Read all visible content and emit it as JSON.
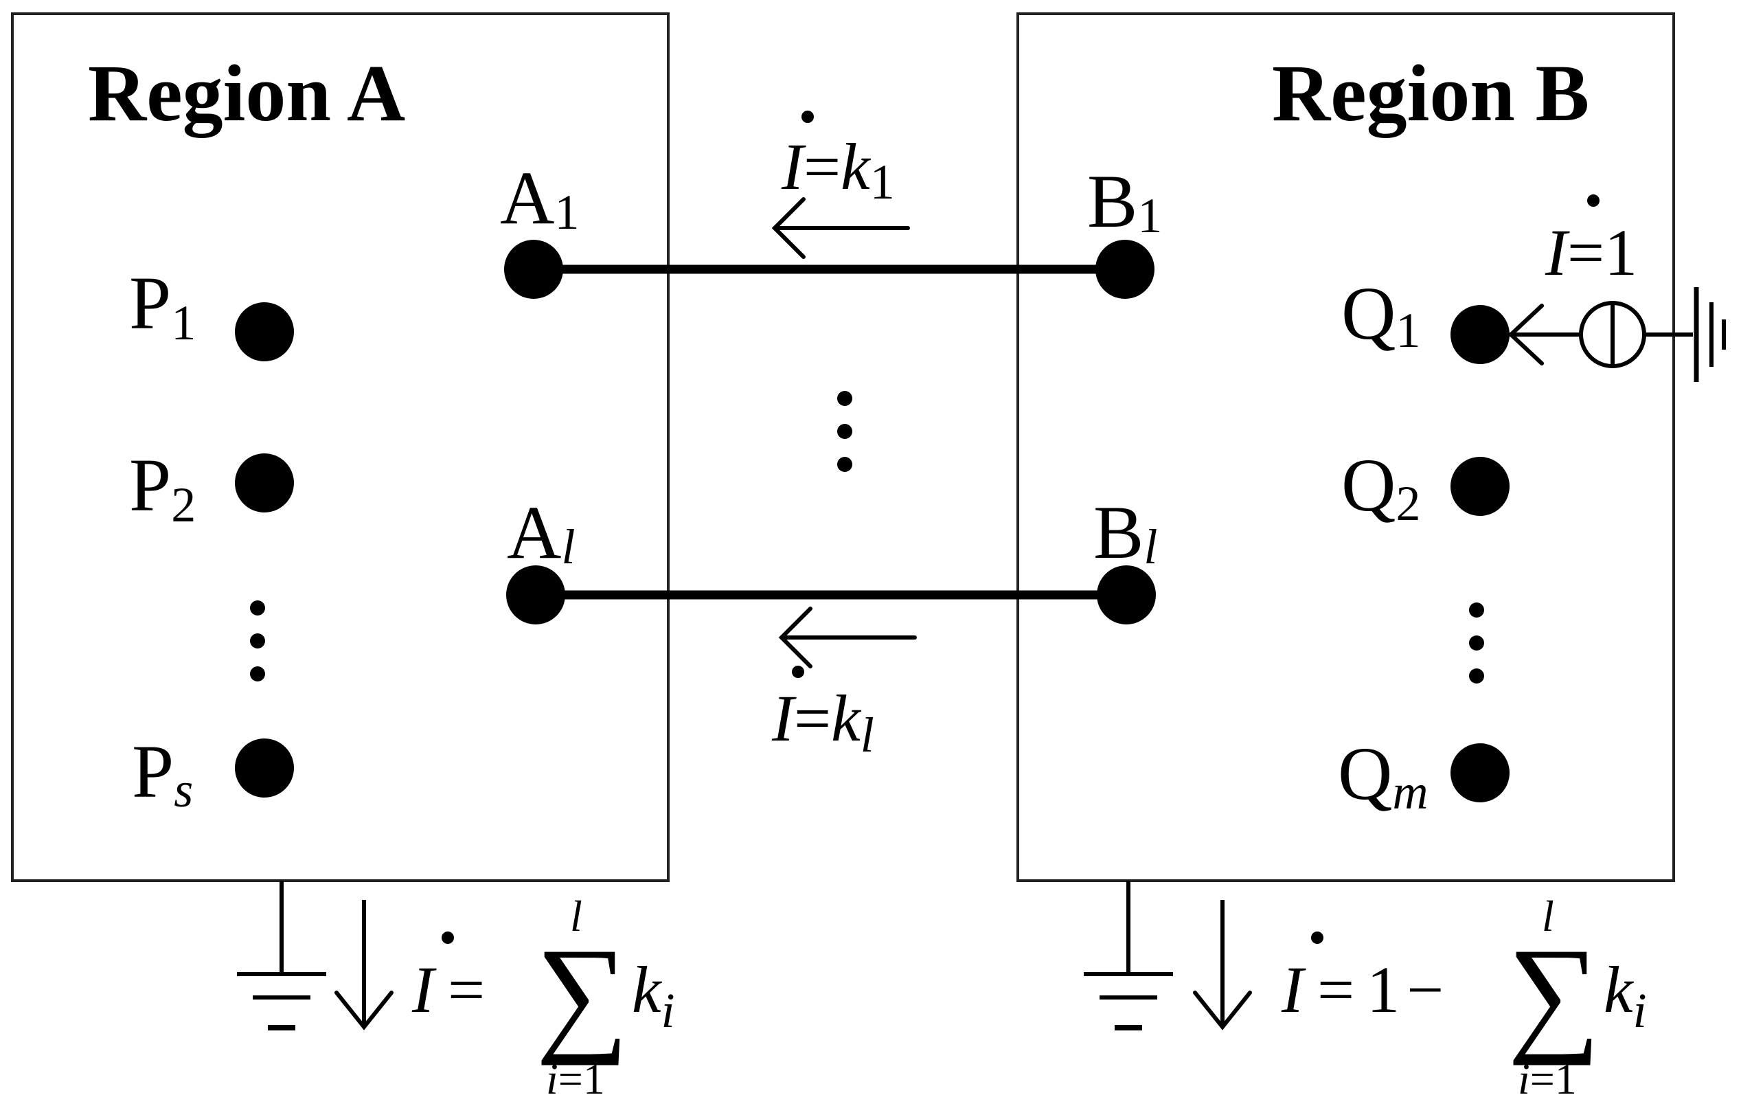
{
  "regions": {
    "a": {
      "title": "Region A"
    },
    "b": {
      "title": "Region B"
    }
  },
  "nodes": {
    "a1": {
      "base": "A",
      "sub": "1"
    },
    "al": {
      "base": "A",
      "sub": "l"
    },
    "b1": {
      "base": "B",
      "sub": "1"
    },
    "bl": {
      "base": "B",
      "sub": "l"
    },
    "p1": {
      "base": "P",
      "sub": "1"
    },
    "p2": {
      "base": "P",
      "sub": "2"
    },
    "ps": {
      "base": "P",
      "sub": "s"
    },
    "q1": {
      "base": "Q",
      "sub": "1"
    },
    "q2": {
      "base": "Q",
      "sub": "2"
    },
    "qm": {
      "base": "Q",
      "sub": "m"
    }
  },
  "currents": {
    "line1": {
      "var": "I",
      "eq": "=",
      "coef": "k",
      "sub": "1"
    },
    "linel": {
      "var": "I",
      "eq": "=",
      "coef": "k",
      "sub": "l"
    },
    "source": {
      "var": "I",
      "eq": "=",
      "value": "1"
    },
    "ground_a": {
      "var": "I",
      "eq": "=",
      "sigma": "∑",
      "upper": "l",
      "lower_var": "i",
      "lower_eq": "=",
      "lower_val": "1",
      "term": "k",
      "term_sub": "i"
    },
    "ground_b": {
      "var": "I",
      "eq": "=",
      "one": "1",
      "minus": "−",
      "sigma": "∑",
      "upper": "l",
      "lower_var": "i",
      "lower_eq": "=",
      "lower_val": "1",
      "term": "k",
      "term_sub": "i"
    }
  },
  "colors": {
    "ink": "#000000",
    "background": "#ffffff",
    "box_border": "#222222"
  }
}
